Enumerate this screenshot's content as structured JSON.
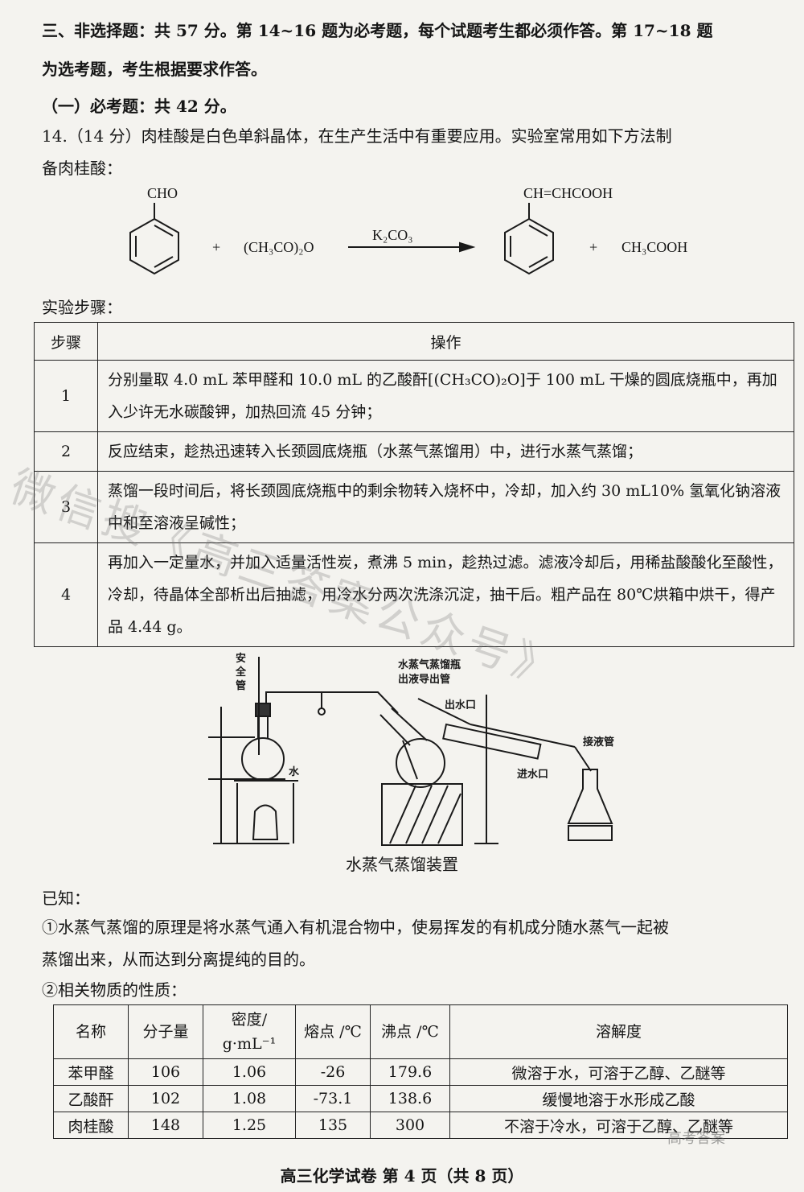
{
  "section": {
    "heading_line1": "三、非选择题：共 57 分。第 14~16 题为必考题，每个试题考生都必须作答。第 17~18 题",
    "heading_line2": "为选考题，考生根据要求作答。",
    "subheading": "（一）必考题：共 42 分。"
  },
  "question": {
    "line1": "14.（14 分）肉桂酸是白色单斜晶体，在生产生活中有重要应用。实验室常用如下方法制",
    "line2": "备肉桂酸："
  },
  "reaction": {
    "reactant1_group": "CHO",
    "plus1": "+",
    "reactant2": "(CH₃CO)₂O",
    "catalyst": "K₂CO₃",
    "product1_group": "CH=CHCOOH",
    "plus2": "+",
    "product2": "CH₃COOH"
  },
  "steps_label": "实验步骤：",
  "steps_table": {
    "headers": [
      "步骤",
      "操作"
    ],
    "rows": [
      {
        "num": "1",
        "op": "分别量取 4.0 mL 苯甲醛和 10.0 mL 的乙酸酐[(CH₃CO)₂O]于 100 mL 干燥的圆底烧瓶中，再加入少许无水碳酸钾，加热回流 45 分钟；"
      },
      {
        "num": "2",
        "op": "反应结束，趁热迅速转入长颈圆底烧瓶（水蒸气蒸馏用）中，进行水蒸气蒸馏；"
      },
      {
        "num": "3",
        "op": "蒸馏一段时间后，将长颈圆底烧瓶中的剩余物转入烧杯中，冷却，加入约 30 mL10% 氢氧化钠溶液中和至溶液呈碱性；"
      },
      {
        "num": "4",
        "op": "再加入一定量水，并加入适量活性炭，煮沸 5 min，趁热过滤。滤液冷却后，用稀盐酸酸化至酸性，冷却，待晶体全部析出后抽滤，用冷水分两次洗涤沉淀，抽干后。粗产品在 80℃烘箱中烘干，得产品 4.44 g。"
      }
    ]
  },
  "apparatus": {
    "label_safety_1": "安",
    "label_safety_2": "全",
    "label_safety_3": "管",
    "label_water": "水",
    "label_outlet_tube_1": "水蒸气蒸馏瓶",
    "label_outlet_tube_2": "出液导出管",
    "label_water_out": "出水口",
    "label_water_in": "进水口",
    "label_receiver": "接液管",
    "caption": "水蒸气蒸馏装置"
  },
  "known": {
    "label": "已知：",
    "item1_line1": "①水蒸气蒸馏的原理是将水蒸气通入有机混合物中，使易挥发的有机成分随水蒸气一起被",
    "item1_line2": "蒸馏出来，从而达到分离提纯的目的。",
    "item2": "②相关物质的性质："
  },
  "props_table": {
    "headers": [
      "名称",
      "分子量",
      "密度/ g·mL⁻¹",
      "熔点 /℃",
      "沸点 /℃",
      "溶解度"
    ],
    "rows": [
      [
        "苯甲醛",
        "106",
        "1.06",
        "-26",
        "179.6",
        "微溶于水，可溶于乙醇、乙醚等"
      ],
      [
        "乙酸酐",
        "102",
        "1.08",
        "-73.1",
        "138.6",
        "缓慢地溶于水形成乙酸"
      ],
      [
        "肉桂酸",
        "148",
        "1.25",
        "135",
        "300",
        "不溶于冷水，可溶于乙醇、乙醚等"
      ]
    ]
  },
  "watermark": "微信搜《高三答案公众号》",
  "corner_logo": "高考答案",
  "footer": "高三化学试卷 第 4 页（共 8 页）"
}
